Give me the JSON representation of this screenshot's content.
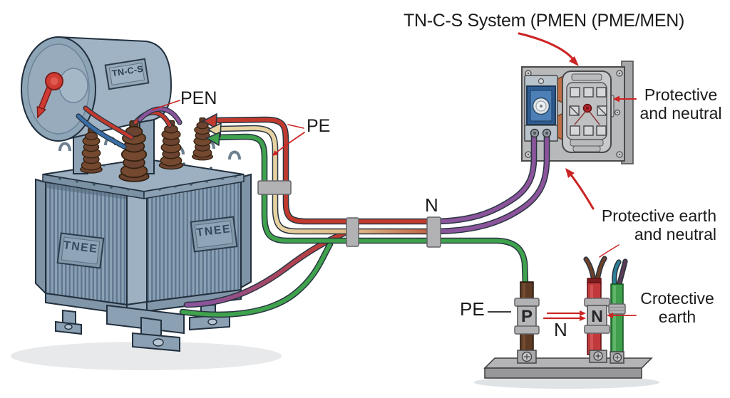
{
  "title": "TN-C-S System (PMEN (PME/MEN)",
  "transformer": {
    "tank_nameplate": "TN-C-S",
    "body_nameplate_left": "TNEE",
    "body_nameplate_right": "TNEE"
  },
  "labels": {
    "pen": "PEN",
    "pe_supply": "PE",
    "neutral_run": "N",
    "protective_and_neutral": [
      "Protective",
      "and neutral"
    ],
    "protective_earth_and_neutral": [
      "Protective earth",
      "and neutral"
    ],
    "crotective_earth": [
      "Crotective",
      "earth"
    ],
    "pe_electrode": "PE",
    "electrode_p": "P",
    "electrode_n": "N",
    "neutral_between": "N"
  },
  "colors": {
    "wire_red": "#c23a2e",
    "wire_tan": "#e7d3a2",
    "wire_orange": "#c0603f",
    "wire_green": "#3fa24c",
    "wire_purple": "#8b549b",
    "wire_blue": "#3a6fa8",
    "wire_outline": "#2a3642",
    "annotation_red": "#cc2424",
    "transformer_body": "#9db1c2",
    "transformer_dark": "#5f7890",
    "bushing_brown": "#6b4330",
    "panel_gray": "#b8b9bb",
    "meter_blue": "#2e5d93",
    "clamp_gray": "#b2b2b4",
    "rod_brown": "#5d3b25",
    "rod_red": "#c2393b",
    "rod_green": "#3f9f4d",
    "base_gray": "#a9a9ab",
    "text": "#1b1b1b"
  }
}
